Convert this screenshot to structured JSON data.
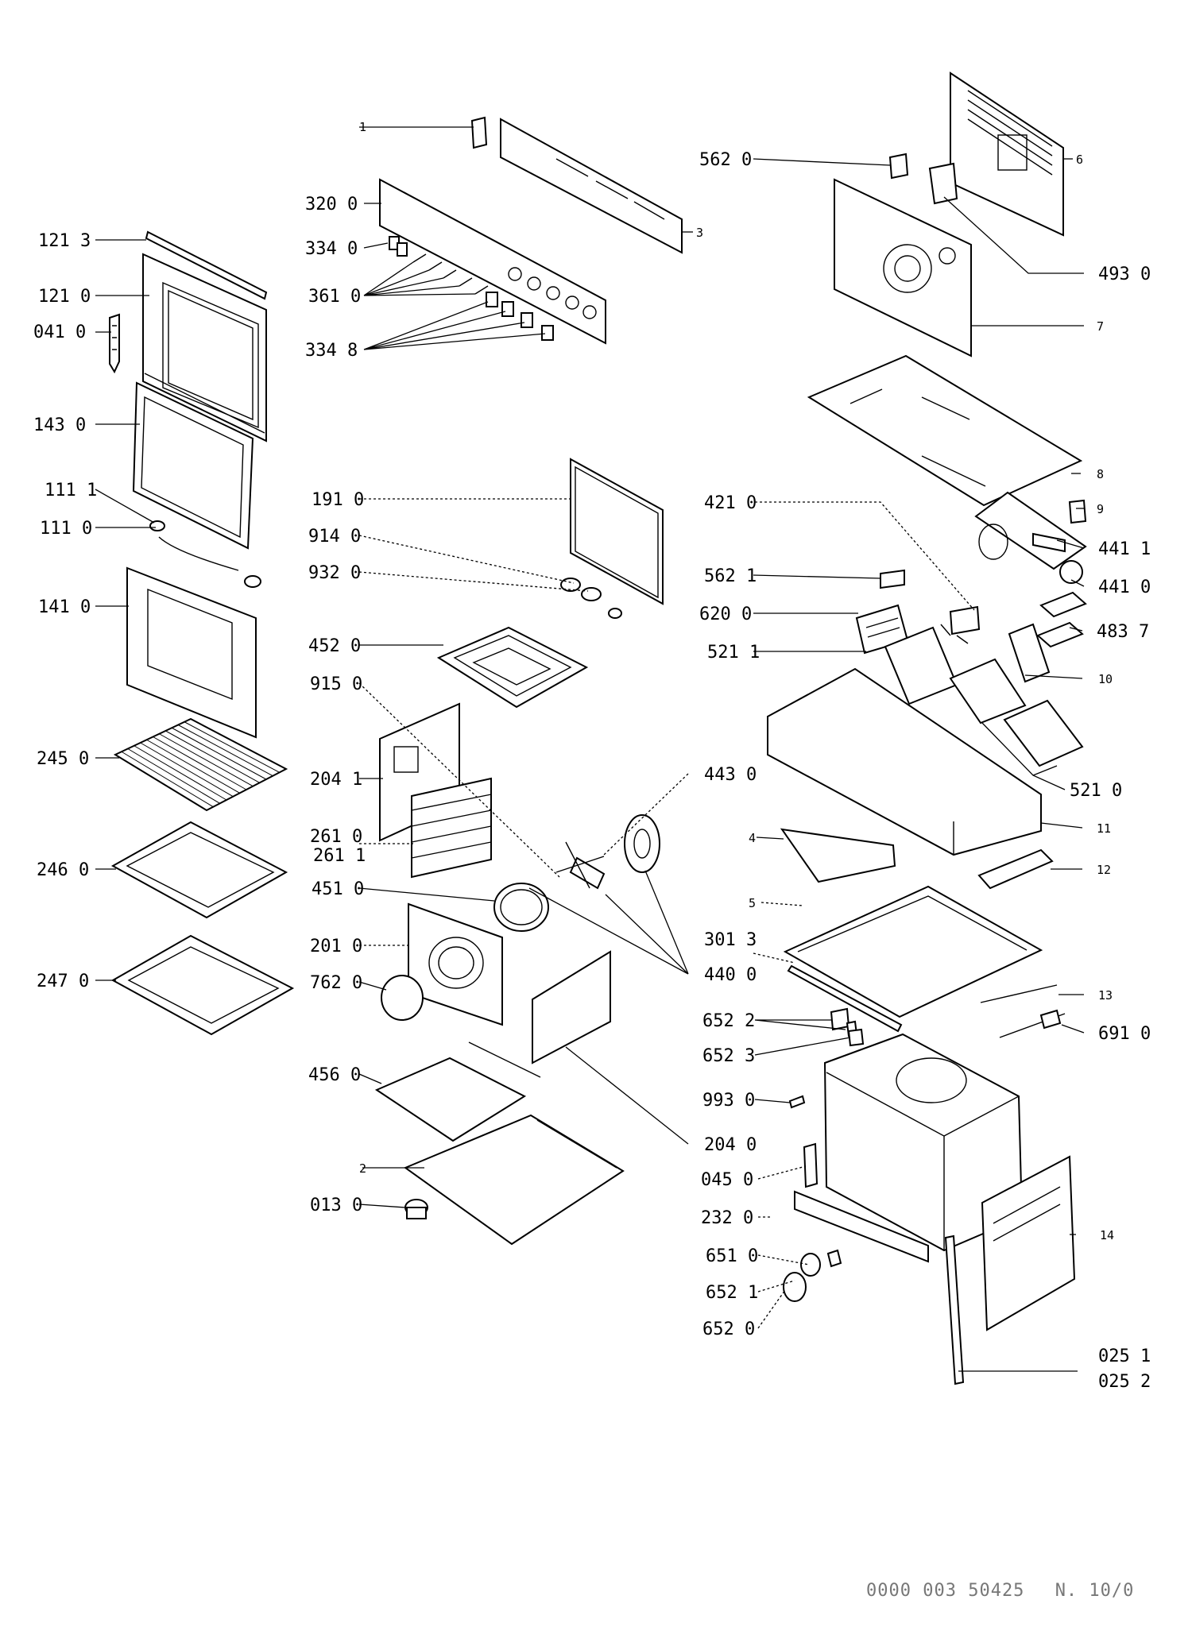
{
  "labels": {
    "p1": "1",
    "p3": "3",
    "p6": "6",
    "p7": "7",
    "p8": "8",
    "p9": "9",
    "p10": "10",
    "p11": "11",
    "p12": "12",
    "p13": "13",
    "p14": "14",
    "p2": "2",
    "p4": "4",
    "p5": "5",
    "p1213": "121 3",
    "p1210": "121 0",
    "p0410": "041 0",
    "p1430": "143 0",
    "p1111": "111 1",
    "p1110": "111 0",
    "p1410": "141 0",
    "p2450": "245 0",
    "p2460": "246 0",
    "p2470": "247 0",
    "p3200": "320 0",
    "p3340": "334 0",
    "p3610": "361 0",
    "p3348": "334 8",
    "p1910": "191 0",
    "p9140": "914 0",
    "p9320": "932 0",
    "p4520": "452 0",
    "p9150": "915 0",
    "p2041": "204 1",
    "p2610": "261 0",
    "p2611": "261 1",
    "p4510": "451 0",
    "p2010": "201 0",
    "p7620": "762 0",
    "p4560": "456 0",
    "p0130": "013 0",
    "p5620": "562 0",
    "p4930": "493 0",
    "p4210": "421 0",
    "p4411": "441 1",
    "p4410": "441 0",
    "p5621": "562 1",
    "p6200": "620 0",
    "p4837": "483 7",
    "p5211": "521 1",
    "p5210": "521 0",
    "p4430": "443 0",
    "p3013": "301 3",
    "p4400": "440 0",
    "p6522": "652 2",
    "p6523": "652 3",
    "p6910": "691 0",
    "p9930": "993 0",
    "p2040": "204 0",
    "p0450": "045 0",
    "p2320": "232 0",
    "p6510": "651 0",
    "p6521": "652 1",
    "p6520": "652 0",
    "p0251": "025 1",
    "p0252": "025 2"
  },
  "footer": {
    "code": "0000 003 50425",
    "sheet": "N. 10/0"
  }
}
